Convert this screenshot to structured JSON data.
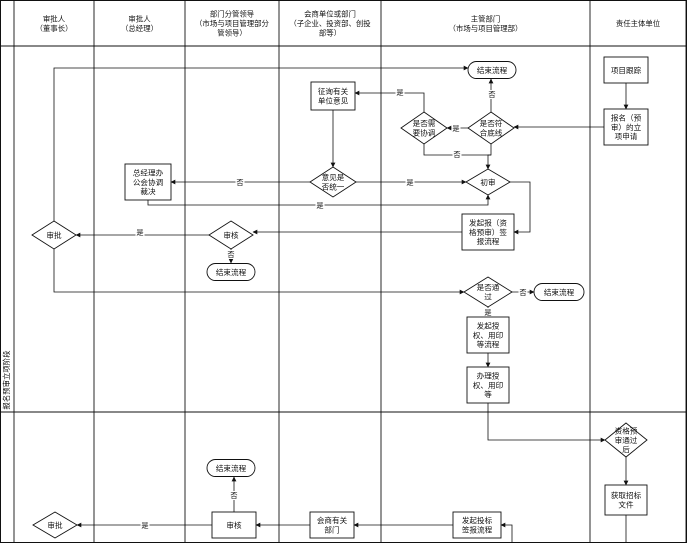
{
  "columns": [
    {
      "id": "board",
      "lines": [
        "审批人",
        "（董事长）"
      ]
    },
    {
      "id": "gm",
      "lines": [
        "审批人",
        "（总经理）"
      ]
    },
    {
      "id": "lead",
      "lines": [
        "部门分管领导",
        "（市场与项目管理部分",
        "管领导）"
      ]
    },
    {
      "id": "units",
      "lines": [
        "会商单位或部门",
        "（子企业、投资部、创投",
        "部等）"
      ]
    },
    {
      "id": "dept",
      "lines": [
        "主管部门",
        "（市场与项目管理部）"
      ]
    },
    {
      "id": "owner",
      "lines": [
        "责任主体单位"
      ]
    }
  ],
  "stages": [
    {
      "id": "stage-1",
      "label": "报名预审立项阶段"
    }
  ],
  "nodes": [
    {
      "id": "end-top",
      "shape": "terminal",
      "lines": [
        "结束流程"
      ]
    },
    {
      "id": "project-track",
      "shape": "process",
      "lines": [
        "项目跟踪"
      ]
    },
    {
      "id": "solicit",
      "shape": "process",
      "lines": [
        "征询有关",
        "单位意见"
      ]
    },
    {
      "id": "need-coord",
      "shape": "decision",
      "lines": [
        "是否需",
        "要协调"
      ]
    },
    {
      "id": "meet-bottom",
      "shape": "decision",
      "lines": [
        "是否符",
        "合底线"
      ]
    },
    {
      "id": "register",
      "shape": "process",
      "lines": [
        "报名（预",
        "审）的立",
        "项申请"
      ]
    },
    {
      "id": "gm-decide",
      "shape": "process",
      "lines": [
        "总经理办",
        "公会协调",
        "裁决"
      ]
    },
    {
      "id": "agree",
      "shape": "decision",
      "lines": [
        "意见是",
        "否统一"
      ]
    },
    {
      "id": "first-review",
      "shape": "decision",
      "lines": [
        "初审"
      ]
    },
    {
      "id": "approve-1",
      "shape": "decision",
      "lines": [
        "审批"
      ]
    },
    {
      "id": "review-1",
      "shape": "decision",
      "lines": [
        "审核"
      ]
    },
    {
      "id": "submit-pre",
      "shape": "process",
      "lines": [
        "发起报（资",
        "格预审）签",
        "报流程"
      ]
    },
    {
      "id": "end-mid",
      "shape": "terminal",
      "lines": [
        "结束流程"
      ]
    },
    {
      "id": "passed",
      "shape": "decision",
      "lines": [
        "是否通",
        "过"
      ]
    },
    {
      "id": "end-right",
      "shape": "terminal",
      "lines": [
        "结束流程"
      ]
    },
    {
      "id": "auth-start",
      "shape": "process",
      "lines": [
        "发起授",
        "权、用印",
        "等流程"
      ]
    },
    {
      "id": "auth-do",
      "shape": "process",
      "lines": [
        "办理授",
        "权、用印",
        "等"
      ]
    },
    {
      "id": "qual-pass",
      "shape": "decision",
      "lines": [
        "资格预",
        "审通过",
        "后"
      ]
    },
    {
      "id": "get-doc",
      "shape": "process",
      "lines": [
        "获取招标",
        "文件"
      ]
    },
    {
      "id": "end-low",
      "shape": "terminal",
      "lines": [
        "结束流程"
      ]
    },
    {
      "id": "approve-2",
      "shape": "decision",
      "lines": [
        "审批"
      ]
    },
    {
      "id": "review-2",
      "shape": "process",
      "lines": [
        "审核"
      ]
    },
    {
      "id": "consult",
      "shape": "process",
      "lines": [
        "会商有关",
        "部门"
      ]
    },
    {
      "id": "bid-sign",
      "shape": "process",
      "lines": [
        "发起投标",
        "签报流程"
      ]
    }
  ],
  "edge_labels": {
    "no": "否",
    "yes": "是"
  }
}
